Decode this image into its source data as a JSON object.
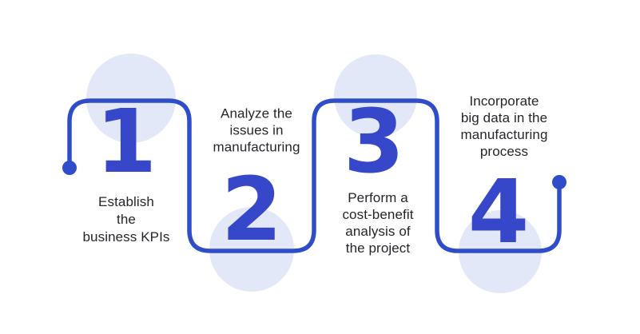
{
  "steps": [
    {
      "number": "1",
      "label": "Establish\nthe\nbusiness KPIs"
    },
    {
      "number": "2",
      "label": "Analyze the\nissues in\nmanufacturing"
    },
    {
      "number": "3",
      "label": "Perform a\ncost-benefit\nanalysis of\nthe project"
    },
    {
      "number": "4",
      "label": "Incorporate\nbig data in the\nmanufacturing\nprocess"
    }
  ],
  "colors": {
    "line": "#2F4DC9",
    "number": "#3647C9",
    "circle_bg": "#E3E8F9",
    "text": "#25262B",
    "background": "#FFFFFF"
  }
}
